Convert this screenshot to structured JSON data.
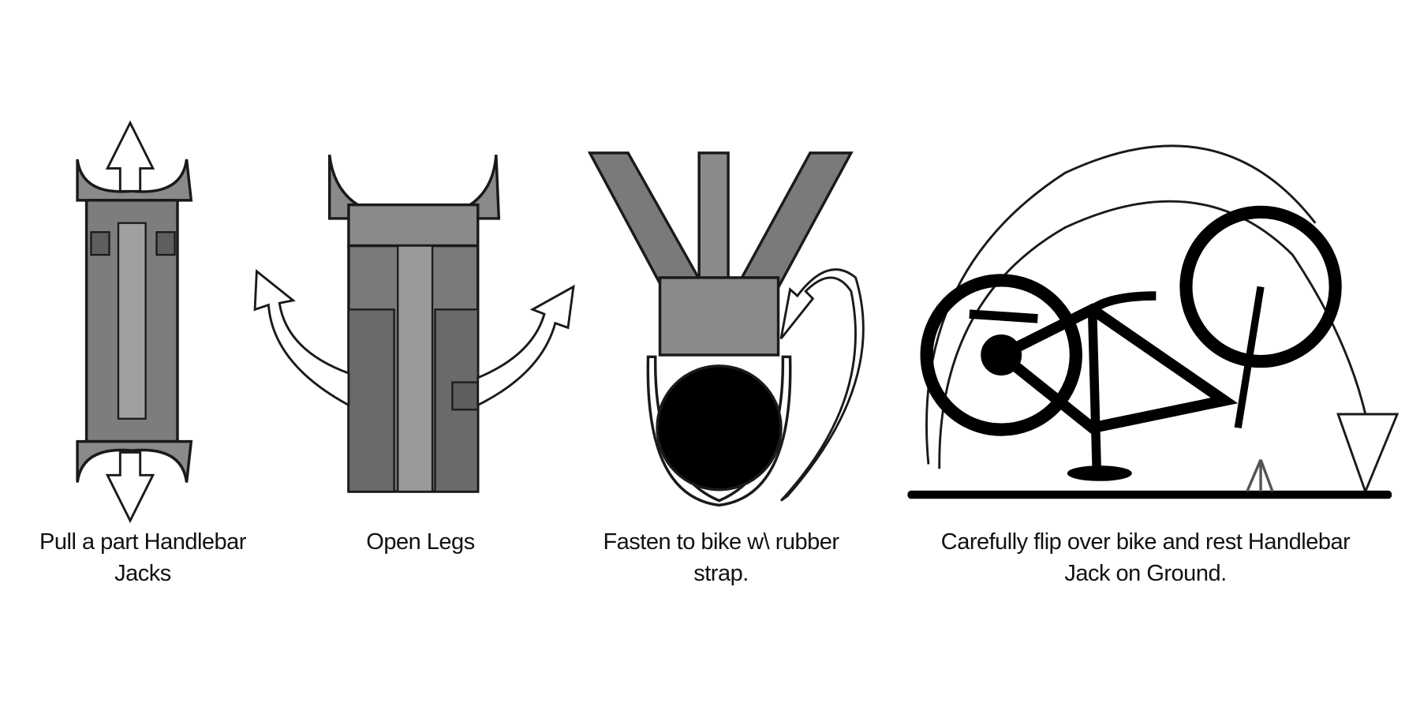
{
  "steps": [
    {
      "caption_line1": "Pull a part Handlebar",
      "caption_line2": "Jacks"
    },
    {
      "caption_line1": "Open Legs",
      "caption_line2": ""
    },
    {
      "caption_line1": "Fasten to bike w\\ rubber",
      "caption_line2": "strap."
    },
    {
      "caption_line1": "Carefully flip over bike and rest Handlebar",
      "caption_line2": "Jack on Ground."
    }
  ],
  "colors": {
    "part_fill": "#8a8a8a",
    "part_dark": "#5e5e5e",
    "outline": "#1a1a1a",
    "silhouette": "#000000"
  }
}
